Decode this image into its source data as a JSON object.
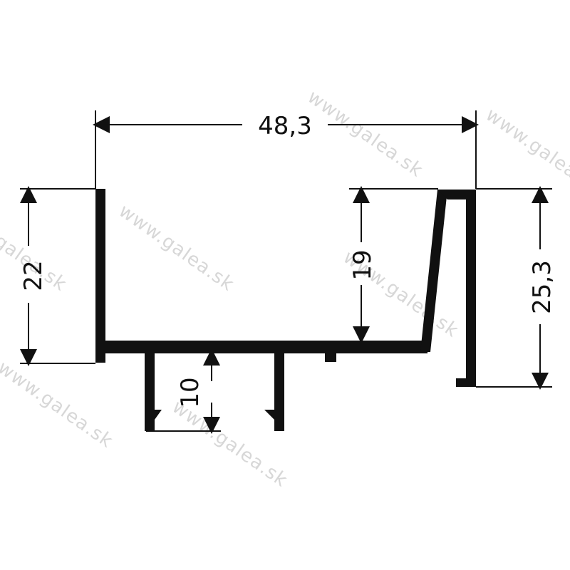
{
  "drawing": {
    "dimensions": {
      "width_total": "48,3",
      "left_height": "22",
      "inner_height": "19",
      "right_height": "25,3",
      "leg_height": "10"
    },
    "watermark": "www.galea.sk",
    "colors": {
      "profile": "#111111",
      "dimension_line": "#111111",
      "watermark": "#d7d7d7",
      "background": "#ffffff"
    }
  }
}
